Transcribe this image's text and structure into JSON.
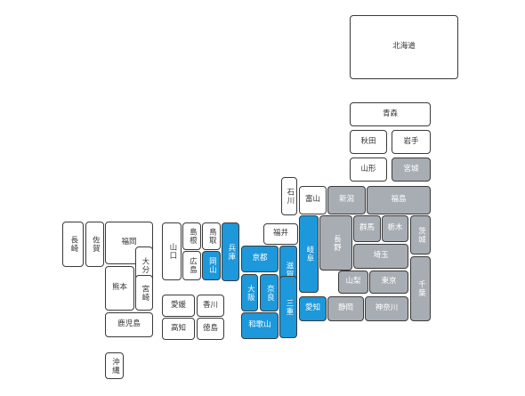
{
  "legend_colors": {
    "selected": "#1c98db",
    "visited": "#a8adb3",
    "normal": "#ffffff",
    "border": "#3a3a3a"
  },
  "prefectures": [
    {
      "id": "hokkaido",
      "name": "北海道",
      "state": "normal"
    },
    {
      "id": "aomori",
      "name": "青森",
      "state": "normal"
    },
    {
      "id": "akita",
      "name": "秋田",
      "state": "normal"
    },
    {
      "id": "iwate",
      "name": "岩手",
      "state": "normal"
    },
    {
      "id": "yamagata",
      "name": "山形",
      "state": "normal"
    },
    {
      "id": "miyagi",
      "name": "宮城",
      "state": "visited"
    },
    {
      "id": "niigata",
      "name": "新潟",
      "state": "visited"
    },
    {
      "id": "fukushima",
      "name": "福島",
      "state": "visited"
    },
    {
      "id": "ishikawa",
      "name": "石川",
      "state": "normal"
    },
    {
      "id": "toyama",
      "name": "富山",
      "state": "normal"
    },
    {
      "id": "fukui",
      "name": "福井",
      "state": "normal"
    },
    {
      "id": "gifu",
      "name": "岐阜",
      "state": "selected"
    },
    {
      "id": "nagano",
      "name": "長野",
      "state": "visited"
    },
    {
      "id": "gunma",
      "name": "群馬",
      "state": "visited"
    },
    {
      "id": "tochigi",
      "name": "栃木",
      "state": "visited"
    },
    {
      "id": "ibaraki",
      "name": "茨城",
      "state": "visited"
    },
    {
      "id": "saitama",
      "name": "埼玉",
      "state": "visited"
    },
    {
      "id": "yamanashi",
      "name": "山梨",
      "state": "visited"
    },
    {
      "id": "tokyo",
      "name": "東京",
      "state": "visited"
    },
    {
      "id": "chiba",
      "name": "千葉",
      "state": "visited"
    },
    {
      "id": "shizuoka",
      "name": "静岡",
      "state": "visited"
    },
    {
      "id": "kanagawa",
      "name": "神奈川",
      "state": "visited"
    },
    {
      "id": "aichi",
      "name": "愛知",
      "state": "selected"
    },
    {
      "id": "shiga",
      "name": "滋賀",
      "state": "selected"
    },
    {
      "id": "kyoto",
      "name": "京都",
      "state": "selected"
    },
    {
      "id": "hyogo",
      "name": "兵庫",
      "state": "selected"
    },
    {
      "id": "osaka",
      "name": "大阪",
      "state": "selected"
    },
    {
      "id": "nara",
      "name": "奈良",
      "state": "selected"
    },
    {
      "id": "mie",
      "name": "三重",
      "state": "selected"
    },
    {
      "id": "wakayama",
      "name": "和歌山",
      "state": "selected"
    },
    {
      "id": "okayama",
      "name": "岡山",
      "state": "selected"
    },
    {
      "id": "tottori",
      "name": "鳥取",
      "state": "normal"
    },
    {
      "id": "shimane",
      "name": "島根",
      "state": "normal"
    },
    {
      "id": "hiroshima",
      "name": "広島",
      "state": "normal"
    },
    {
      "id": "yamaguchi",
      "name": "山口",
      "state": "normal"
    },
    {
      "id": "ehime",
      "name": "愛媛",
      "state": "normal"
    },
    {
      "id": "kagawa",
      "name": "香川",
      "state": "normal"
    },
    {
      "id": "kochi",
      "name": "高知",
      "state": "normal"
    },
    {
      "id": "tokushima",
      "name": "徳島",
      "state": "normal"
    },
    {
      "id": "nagasaki",
      "name": "長崎",
      "state": "normal"
    },
    {
      "id": "saga",
      "name": "佐賀",
      "state": "normal"
    },
    {
      "id": "fukuoka",
      "name": "福岡",
      "state": "normal"
    },
    {
      "id": "oita",
      "name": "大分",
      "state": "normal"
    },
    {
      "id": "kumamoto",
      "name": "熊本",
      "state": "normal"
    },
    {
      "id": "miyazaki",
      "name": "宮崎",
      "state": "normal"
    },
    {
      "id": "kagoshima",
      "name": "鹿児島",
      "state": "normal"
    },
    {
      "id": "okinawa",
      "name": "沖縄",
      "state": "normal"
    }
  ]
}
